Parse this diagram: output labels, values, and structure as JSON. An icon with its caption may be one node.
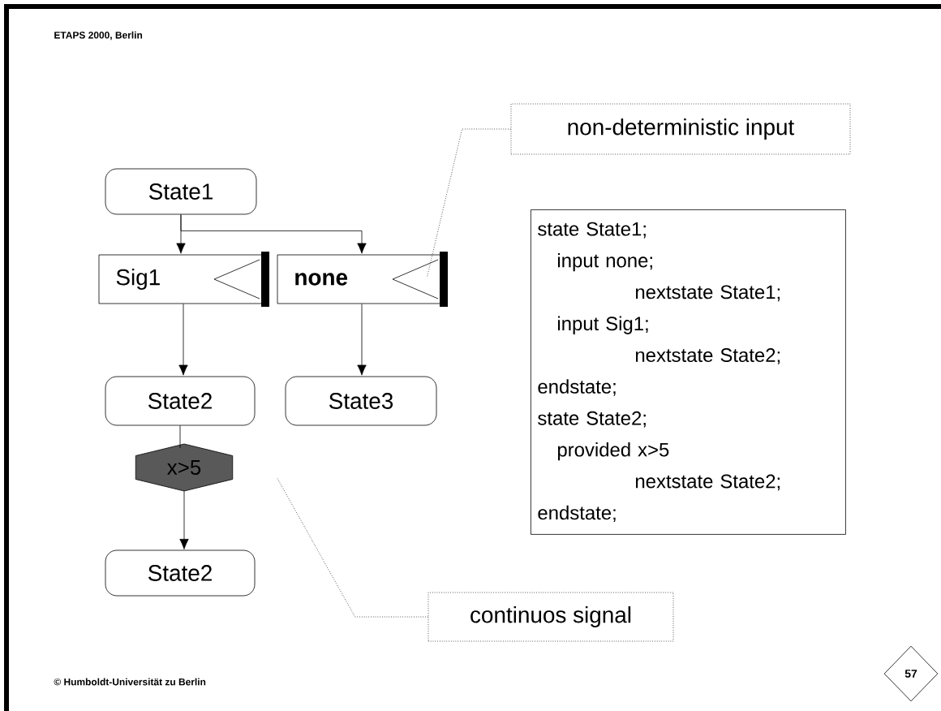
{
  "diagram": {
    "nodes": [
      {
        "text": [
          "State1"
        ]
      },
      {
        "text": [
          "Sig1"
        ]
      },
      {
        "text": [
          "**none**"
        ]
      },
      {
        "text": [
          "State2"
        ]
      },
      {
        "text": [
          "State3"
        ]
      },
      {
        "text": [
          "x>5"
        ]
      },
      {
        "text": [
          "State2"
        ]
      },
      {
        "text": [
          "non-deterministic input"
        ]
      },
      {
        "text": [
          "state State1;",
          "input none;",
          "nextstate State1;",
          "input Sig1;",
          "nextstate State2;",
          "endstate;",
          "state State2;",
          "provided x>5",
          "nextstate State2;",
          "endstate;"
        ]
      },
      {
        "text": [
          "continuos signal"
        ]
      },
      {
        "text": [
          "57"
        ]
      }
    ],
    "edges": [
      {
        "from": 0,
        "to": 1,
        "arrow": "to"
      },
      {
        "from": 0,
        "to": 2,
        "arrow": "to"
      },
      {
        "from": 1,
        "to": 3,
        "arrow": "to"
      },
      {
        "from": 2,
        "to": 4,
        "arrow": "to"
      },
      {
        "from": 3,
        "to": 5,
        "arrow": "none"
      },
      {
        "from": 5,
        "to": 6,
        "arrow": "to"
      },
      {
        "from": 7,
        "to": 2,
        "arrow": "none",
        "style": "dashed"
      },
      {
        "from": 9,
        "to": 5,
        "arrow": "none",
        "style": "dashed"
      }
    ],
    "labels": [
      "ETAPS 2000, Berlin",
      "© Humboldt-Universität zu Berlin"
    ]
  }
}
